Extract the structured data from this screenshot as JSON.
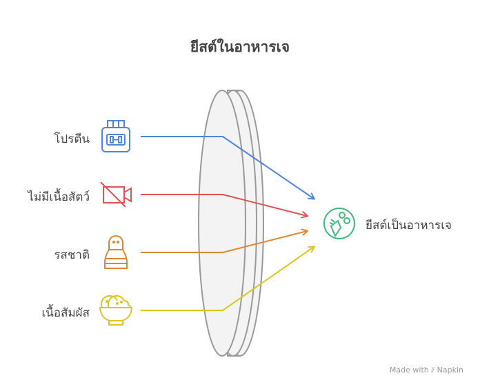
{
  "title": "ยีสต์ในอาหารเจ",
  "inputs": [
    {
      "label": "โปรตีน",
      "icon": "protein-jar-icon",
      "color": "#4a86e0"
    },
    {
      "label": "ไม่มีเนื้อสัตว์",
      "icon": "video-off-icon",
      "color": "#e05252"
    },
    {
      "label": "รสชาติ",
      "icon": "salt-shaker-icon",
      "color": "#e08530"
    },
    {
      "label": "เนื้อสัมผัส",
      "icon": "food-bowl-icon",
      "color": "#e0c41e"
    }
  ],
  "output": {
    "label": "ยีสต์เป็นอาหารเจ",
    "icon": "vegetables-icon",
    "color": "#3dbb78"
  },
  "watermark": "Made with ⫽ Napkin"
}
